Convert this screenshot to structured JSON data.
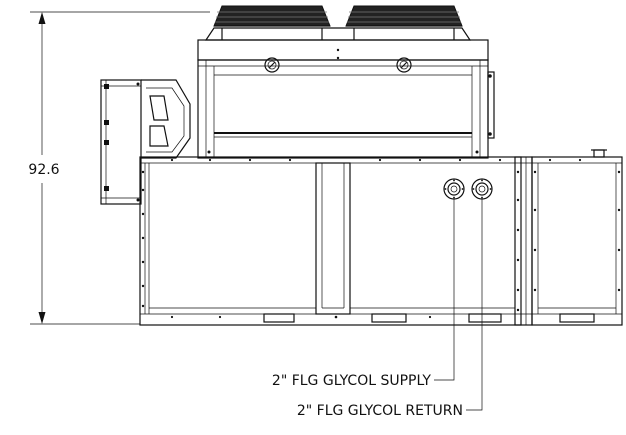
{
  "dimensions": {
    "overall_height": "92.6"
  },
  "callouts": {
    "supply": "2\" FLG GLYCOL SUPPLY",
    "return": "2\" FLG GLYCOL RETURN"
  }
}
